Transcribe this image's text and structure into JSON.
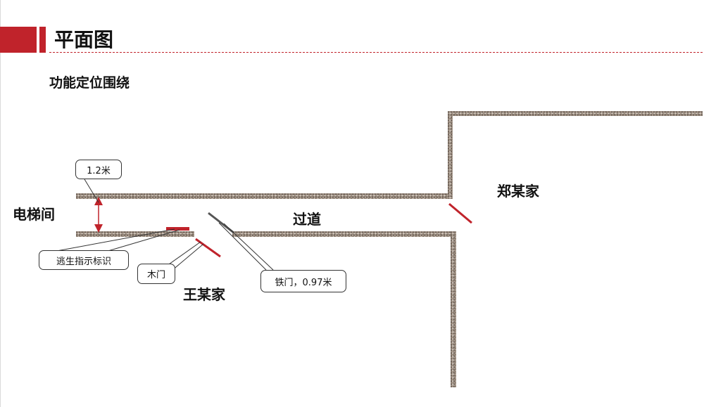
{
  "header": {
    "title": "平面图",
    "subtitle": "功能定位围绕"
  },
  "labels": {
    "elevator_hall": "电梯间",
    "corridor": "过道",
    "zheng_home": "郑某家",
    "wang_home": "王某家"
  },
  "callouts": {
    "width": "1.2米",
    "escape_sign": "逃生指示标识",
    "wood_door": "木门",
    "iron_door": "铁门，0.97米"
  },
  "colors": {
    "accent": "#c0232b",
    "wall": "#a89a8e",
    "dash_rule": "#c0232b"
  }
}
